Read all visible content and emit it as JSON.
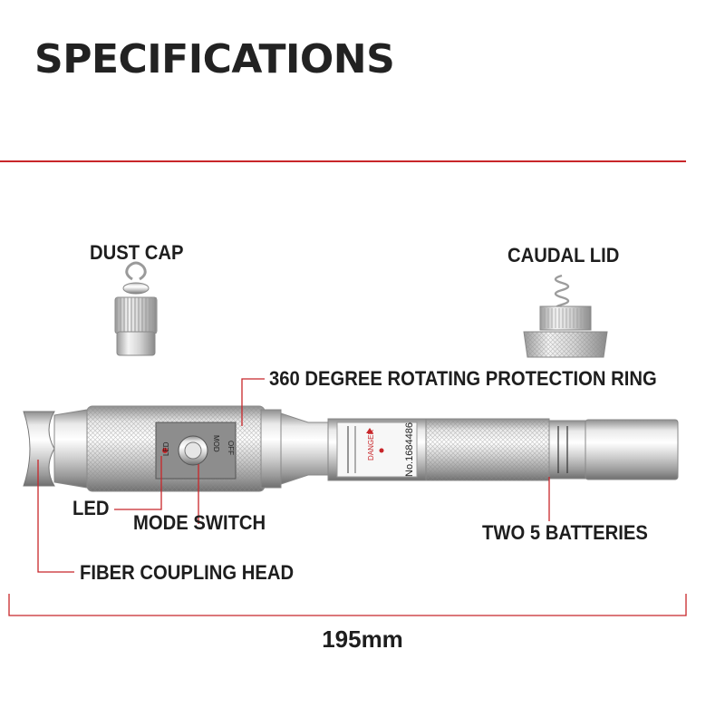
{
  "title": "SPECIFICATIONS",
  "accent_color": "#c8262a",
  "labels": {
    "dust_cap": "DUST CAP",
    "caudal_lid": "CAUDAL LID",
    "rotating_ring": "360 DEGREE ROTATING PROTECTION RING",
    "led": "LED",
    "mode_switch": "MODE SWITCH",
    "two_batteries": "TWO 5 BATTERIES",
    "fiber_coupling_head": "FIBER COUPLING HEAD"
  },
  "dimension": "195mm",
  "device_markings": {
    "danger": "DANGER",
    "serial": "No.1684486",
    "switch_led": "LED",
    "switch_off": "OFF",
    "switch_mod": "MOD"
  }
}
